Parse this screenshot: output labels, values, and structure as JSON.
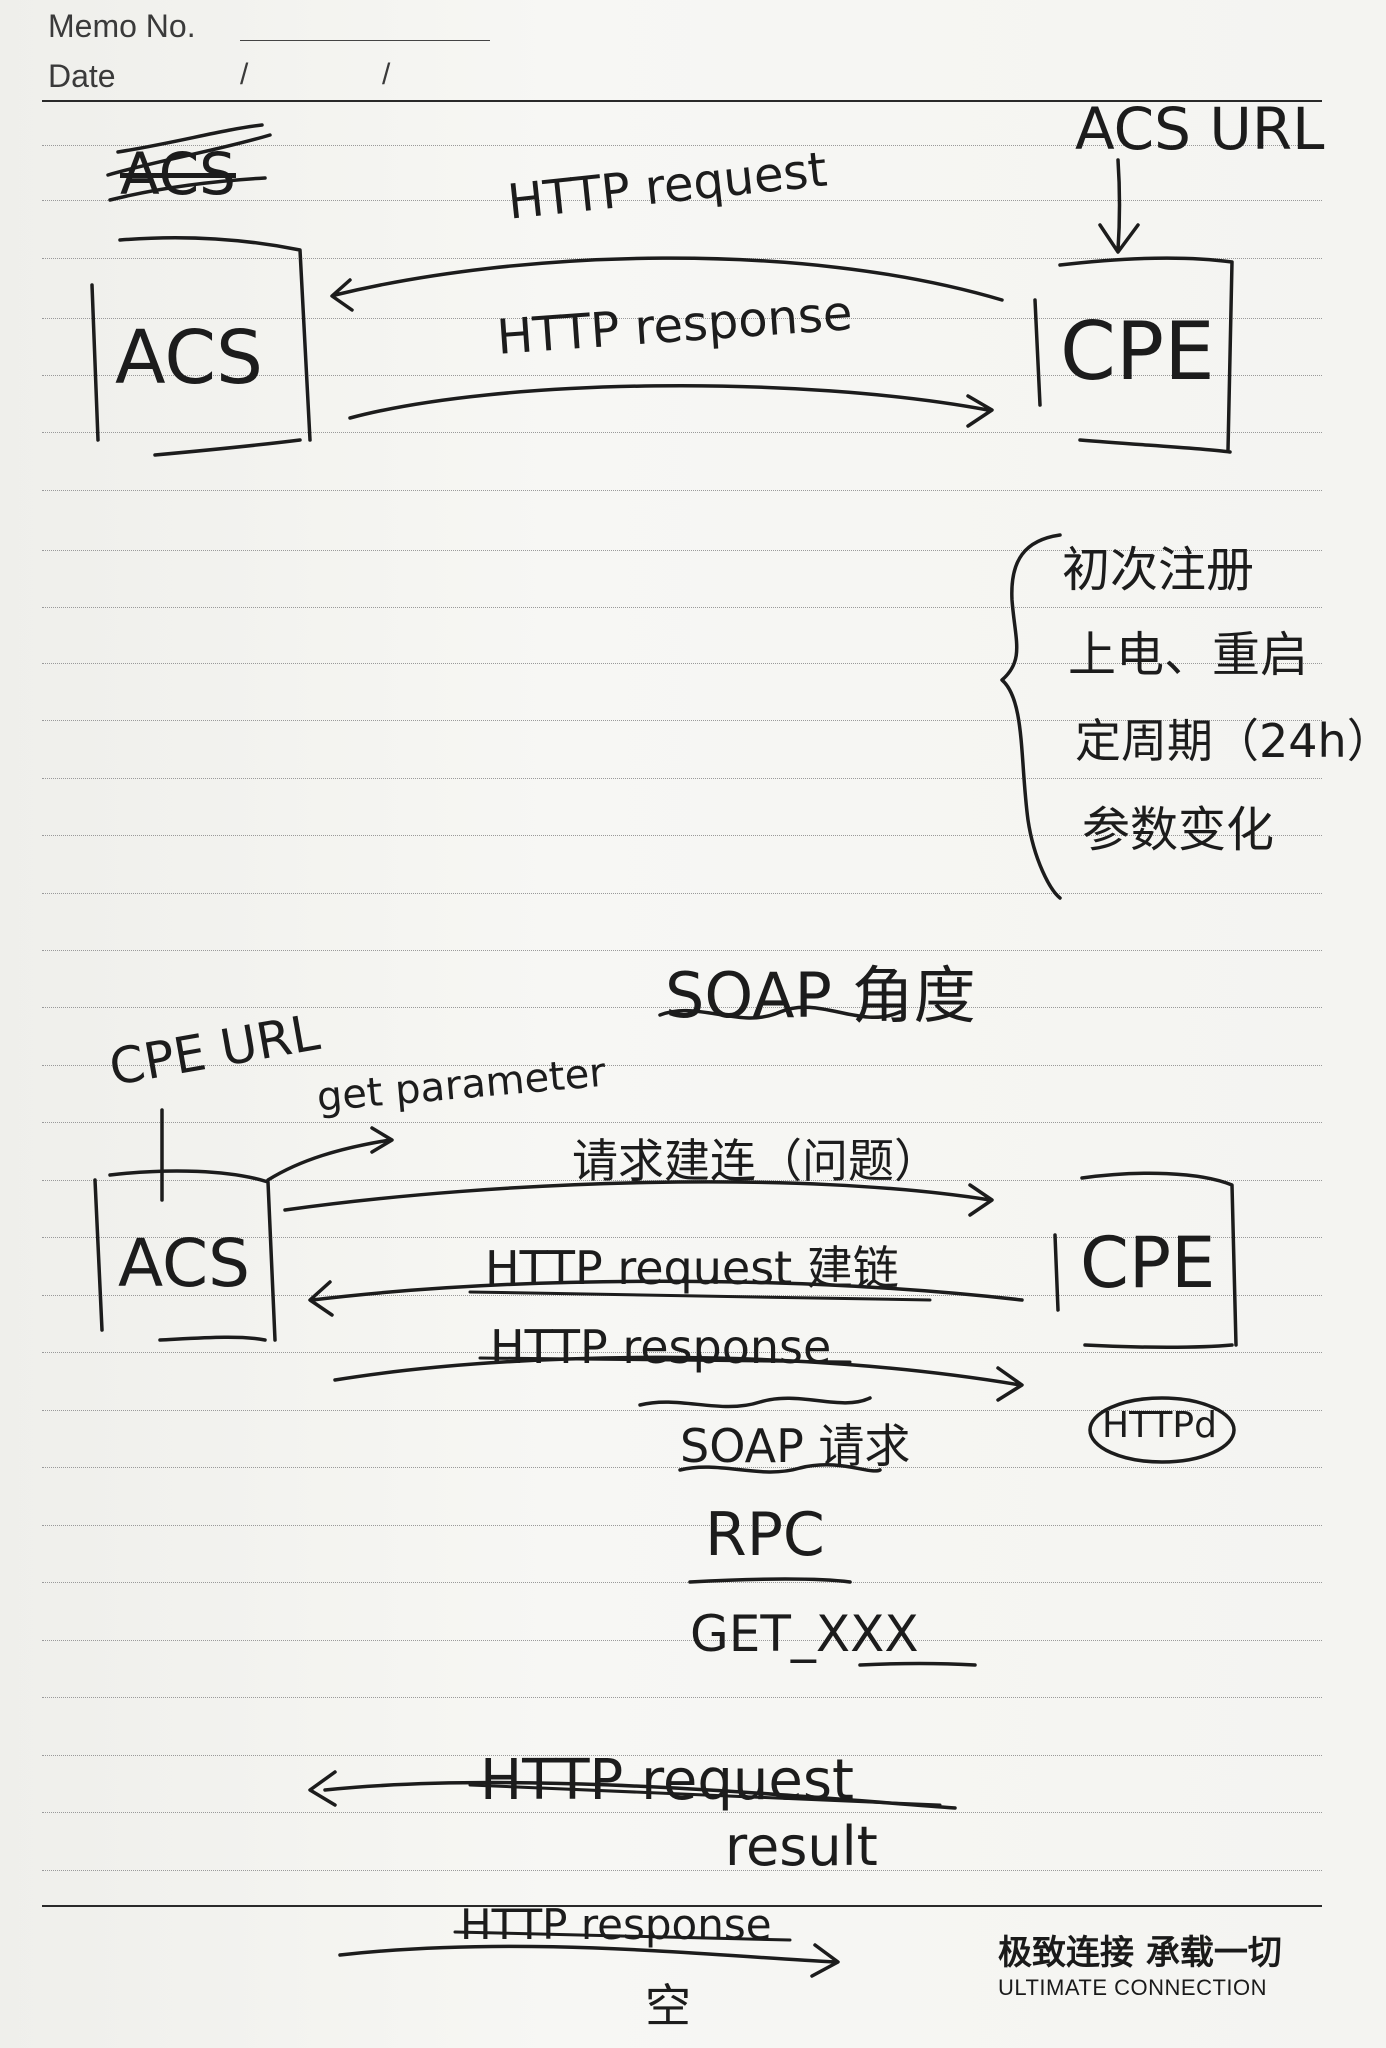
{
  "header": {
    "memo_label": "Memo No.",
    "date_label": "Date",
    "date_sep_1": "/",
    "date_sep_2": "/"
  },
  "diagram1": {
    "crossed_label": "ACS",
    "acs_url": "ACS URL",
    "http_request": "HTTP request",
    "http_response": "HTTP response",
    "acs_box": "ACS",
    "cpe_box": "CPE",
    "triggers": [
      "初次注册",
      "上电、重启",
      "定周期（24h）",
      "参数变化"
    ]
  },
  "soap_heading": "SOAP 角度",
  "diagram2": {
    "cpe_url": "CPE URL",
    "get_parameter": "get parameter",
    "acs_box": "ACS",
    "cpe_box": "CPE",
    "httpd": "HTTPd",
    "line1": "请求建连（问题）",
    "line2": "HTTP request 建链",
    "line3": "HTTP response",
    "soap_request": "SOAP 请求",
    "rpc": "RPC",
    "get_xxx": "GET_XXX",
    "http_request_2": "HTTP request",
    "result": "result",
    "http_response_2": "HTTP response",
    "empty": "空"
  },
  "footer": {
    "slogan": "极致连接 承载一切",
    "tagline": "ULTIMATE CONNECTION"
  }
}
